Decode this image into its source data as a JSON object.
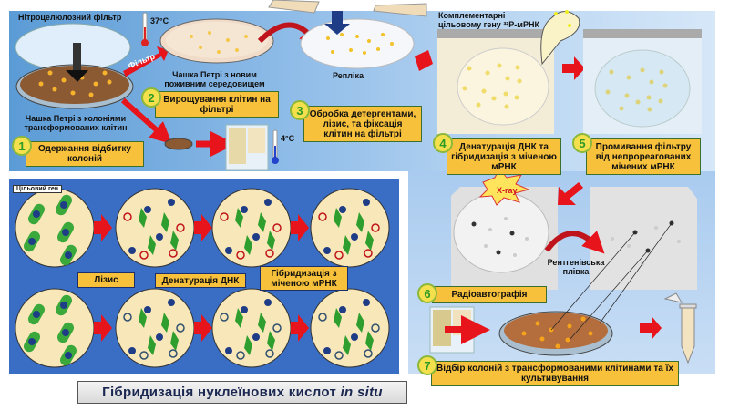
{
  "top": {
    "filter_label": "Нітроцелюлозний фільтр",
    "temp_37": "37°C",
    "filter_arrow_label": "Фільтр",
    "new_dish_label": "Чашка Петрі з новим поживним середовищем",
    "replica_label": "Репліка",
    "colonies_dish_label": "Чашка Петрі з колоніями трансформованих клітин",
    "temp_4": "4°C",
    "probe_label_line1": "Комплементарні",
    "probe_label_line2": "цільовому гену ³²P-мРНК"
  },
  "steps": [
    {
      "num": "1",
      "text": "Одержання відбитку колоній"
    },
    {
      "num": "2",
      "text": "Вирощування клітин на фільтрі"
    },
    {
      "num": "3",
      "text": "Обробка детергентами, лізис, та фіксація клітин на фільтрі"
    },
    {
      "num": "4",
      "text": "Денатурація ДНК та гібридизація з міченою мРНК"
    },
    {
      "num": "5",
      "text": "Промивання фільтру від непрореагованих мічених мРНК"
    },
    {
      "num": "6",
      "text": "Радіоавтографія"
    },
    {
      "num": "7",
      "text": "Відбір колоній з трансформованими клітинами та їх культивування"
    }
  ],
  "xray": {
    "burst": "X-ray",
    "film_label": "Рентгенівська плівка"
  },
  "cells_panel": {
    "target_gene": "Цільовий ген",
    "stage_labels": [
      "Лізис",
      "Денатурація ДНК",
      "Гібридизація з міченою мРНК"
    ]
  },
  "title": {
    "main": "Гібридизація нуклеїнових кислот ",
    "italic": "in situ"
  },
  "colors": {
    "step_box": "#f7c13b",
    "panel_blue": "#3a6dc4",
    "arrow_red": "#e8141c",
    "dish_cream": "#f8e7b8"
  }
}
